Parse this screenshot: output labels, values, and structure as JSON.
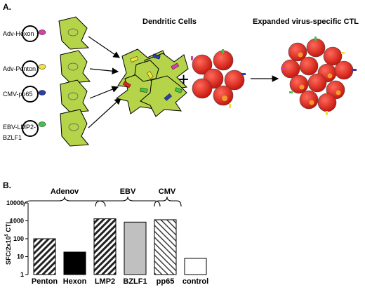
{
  "panel_a": {
    "label": "A.",
    "dc_title": "Dendritic Cells",
    "ctl_title": "Expanded virus-specific CTL",
    "plus": "+",
    "vectors": [
      {
        "label": "Adv-Hexon",
        "color": "#d63fa8"
      },
      {
        "label": "Adv-Penton",
        "color": "#f2e23a"
      },
      {
        "label": "CMV-pp65",
        "color": "#2a3fae"
      },
      {
        "label": "EBV-LMP2-",
        "label2": "BZLF1",
        "color": "#43c24a"
      }
    ]
  },
  "panel_b": {
    "label": "B.",
    "groups": [
      {
        "label": "Adenov"
      },
      {
        "label": "EBV"
      },
      {
        "label": "CMV"
      }
    ]
  },
  "chart_data": {
    "type": "bar",
    "ylabel": "SFC/2x10",
    "ylabel_sup": "5",
    "ylabel_tail": " CTL",
    "yscale": "log",
    "ylim": [
      1,
      10000
    ],
    "yticks": [
      "1",
      "10",
      "100",
      "1000",
      "10000"
    ],
    "categories": [
      "Penton",
      "Hexon",
      "LMP2",
      "BZLF1",
      "pp65",
      "control"
    ],
    "values": [
      100,
      18,
      1300,
      850,
      1150,
      8
    ],
    "fills": [
      "hatch-back",
      "#000000",
      "hatch-back",
      "#c0c0c0",
      "hatch-fwd",
      "#ffffff"
    ]
  }
}
